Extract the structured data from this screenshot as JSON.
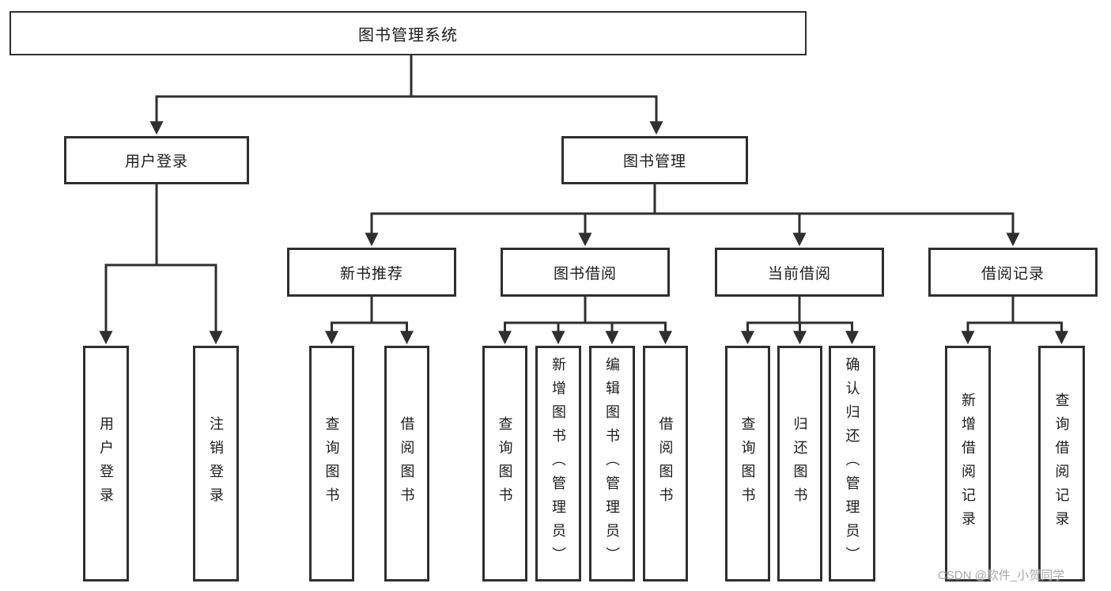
{
  "colors": {
    "line": "#2f2f2f",
    "text": "#1c1c1c",
    "background": "#ffffff",
    "watermark": "#9e9e9e"
  },
  "watermark": "CSDN @软件_小贺同学",
  "tree": {
    "root": {
      "label": "图书管理系统"
    },
    "level2": [
      {
        "label": "用户登录",
        "children": [
          {
            "label": "用户登录"
          },
          {
            "label": "注销登录"
          }
        ]
      },
      {
        "label": "图书管理",
        "children": [
          {
            "label": "新书推荐",
            "children": [
              {
                "label": "查询图书"
              },
              {
                "label": "借阅图书"
              }
            ]
          },
          {
            "label": "图书借阅",
            "children": [
              {
                "label": "查询图书"
              },
              {
                "label": "新增图书（管理员）"
              },
              {
                "label": "编辑图书（管理员）"
              },
              {
                "label": "借阅图书"
              }
            ]
          },
          {
            "label": "当前借阅",
            "children": [
              {
                "label": "查询图书"
              },
              {
                "label": "归还图书"
              },
              {
                "label": "确认归还（管理员）"
              }
            ]
          },
          {
            "label": "借阅记录",
            "children": [
              {
                "label": "新增借阅记录"
              },
              {
                "label": "查询借阅记录"
              }
            ]
          }
        ]
      }
    ]
  }
}
